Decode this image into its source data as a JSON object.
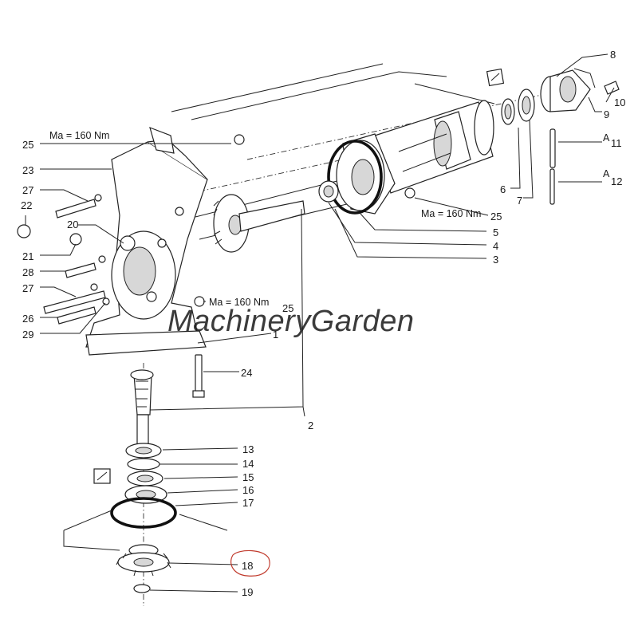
{
  "watermark": "MachineryGarden",
  "torque_labels": {
    "top_left": "Ma = 160 Nm",
    "right": "Ma = 160 Nm",
    "center": "Ma = 160 Nm"
  },
  "callouts": {
    "c1": "1",
    "c2": "2",
    "c3": "3",
    "c4": "4",
    "c5": "5",
    "c6": "6",
    "c7": "7",
    "c8": "8",
    "c9": "9",
    "c10": "10",
    "c11": "11",
    "c12": "12",
    "c13": "13",
    "c14": "14",
    "c15": "15",
    "c16": "16",
    "c17": "17",
    "c18": "18",
    "c19": "19",
    "c20": "20",
    "c21": "21",
    "c22": "22",
    "c23": "23",
    "c24": "24",
    "c25a": "25",
    "c25b": "25",
    "c25c": "25",
    "c26": "26",
    "c27a": "27",
    "c27b": "27",
    "c28": "28",
    "c29": "29"
  },
  "letters": {
    "a1": "A",
    "a2": "A"
  },
  "colors": {
    "watermark": "#3f9c58",
    "highlight": "#c0392b",
    "line": "#222222"
  }
}
